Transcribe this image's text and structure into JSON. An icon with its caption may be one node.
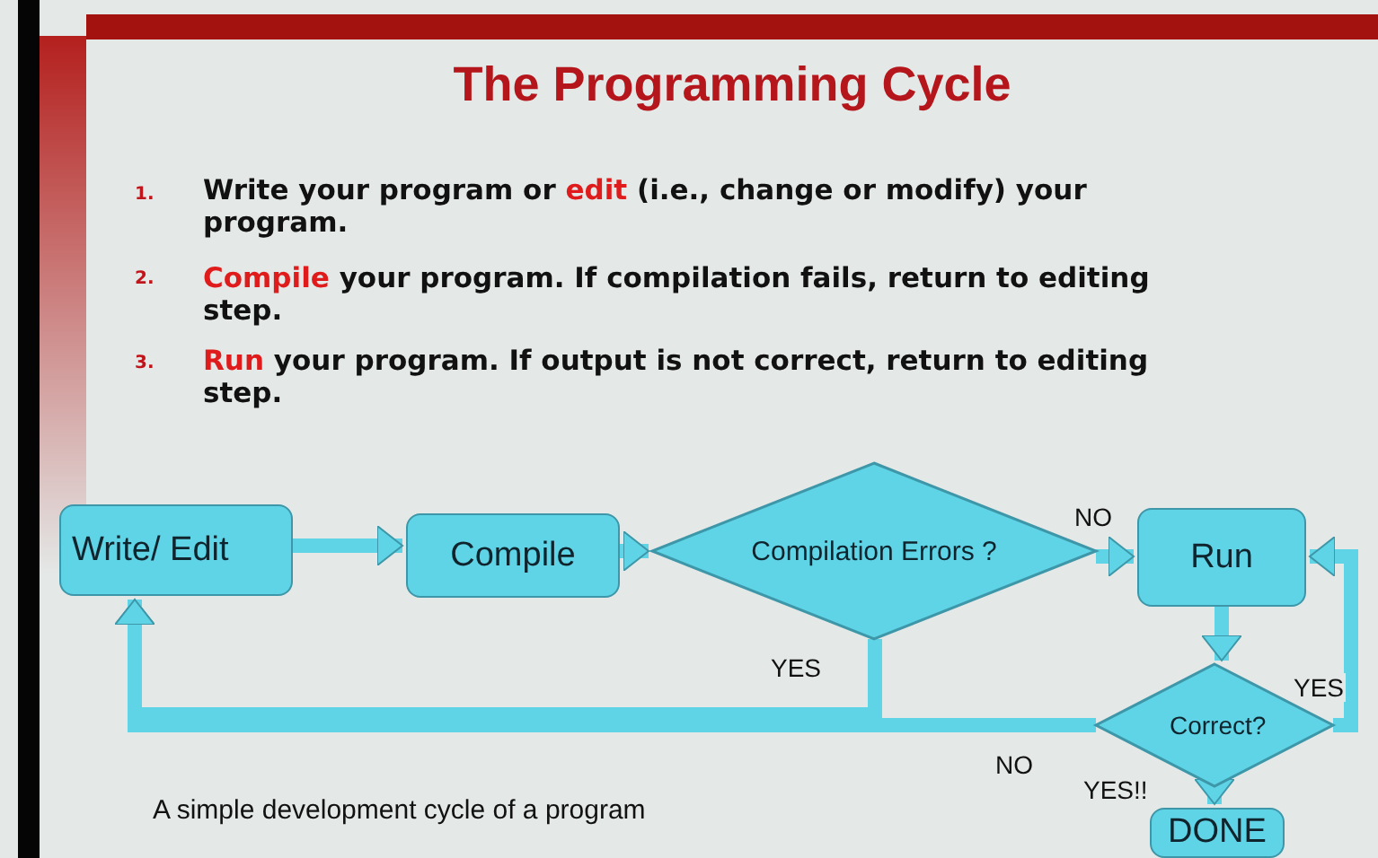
{
  "diagram": {
    "title": "The Programming Cycle",
    "caption": "A simple development cycle of a program",
    "nodes": [
      {
        "text": [
          "Write/ Edit"
        ]
      },
      {
        "text": [
          "Compile"
        ]
      },
      {
        "text": [
          "Compilation Errors ?"
        ]
      },
      {
        "text": [
          "Run"
        ]
      },
      {
        "text": [
          "Correct?"
        ]
      },
      {
        "text": [
          "DONE"
        ]
      }
    ],
    "edges": [
      {
        "from": 0,
        "to": 1,
        "arrow": "to"
      },
      {
        "from": 1,
        "to": 2,
        "arrow": "to"
      },
      {
        "from": 2,
        "to": 3,
        "arrow": "to",
        "label": "NO"
      },
      {
        "from": 2,
        "to": 0,
        "arrow": "to",
        "label": "YES"
      },
      {
        "from": 3,
        "to": 4,
        "arrow": "to"
      },
      {
        "from": 4,
        "to": 0,
        "arrow": "to",
        "label": "NO"
      },
      {
        "from": 4,
        "to": 3,
        "arrow": "to",
        "label": "YES"
      },
      {
        "from": 4,
        "to": 5,
        "arrow": "to",
        "label": "YES!!"
      }
    ],
    "labels": [
      "1.",
      "Write your program or *edit* (i.e., change or modify) your program.",
      "2.",
      "*Compile* your program. If compilation fails, return to editing step.",
      "3.",
      "*Run* your program. If output is not correct, return to editing step."
    ]
  }
}
